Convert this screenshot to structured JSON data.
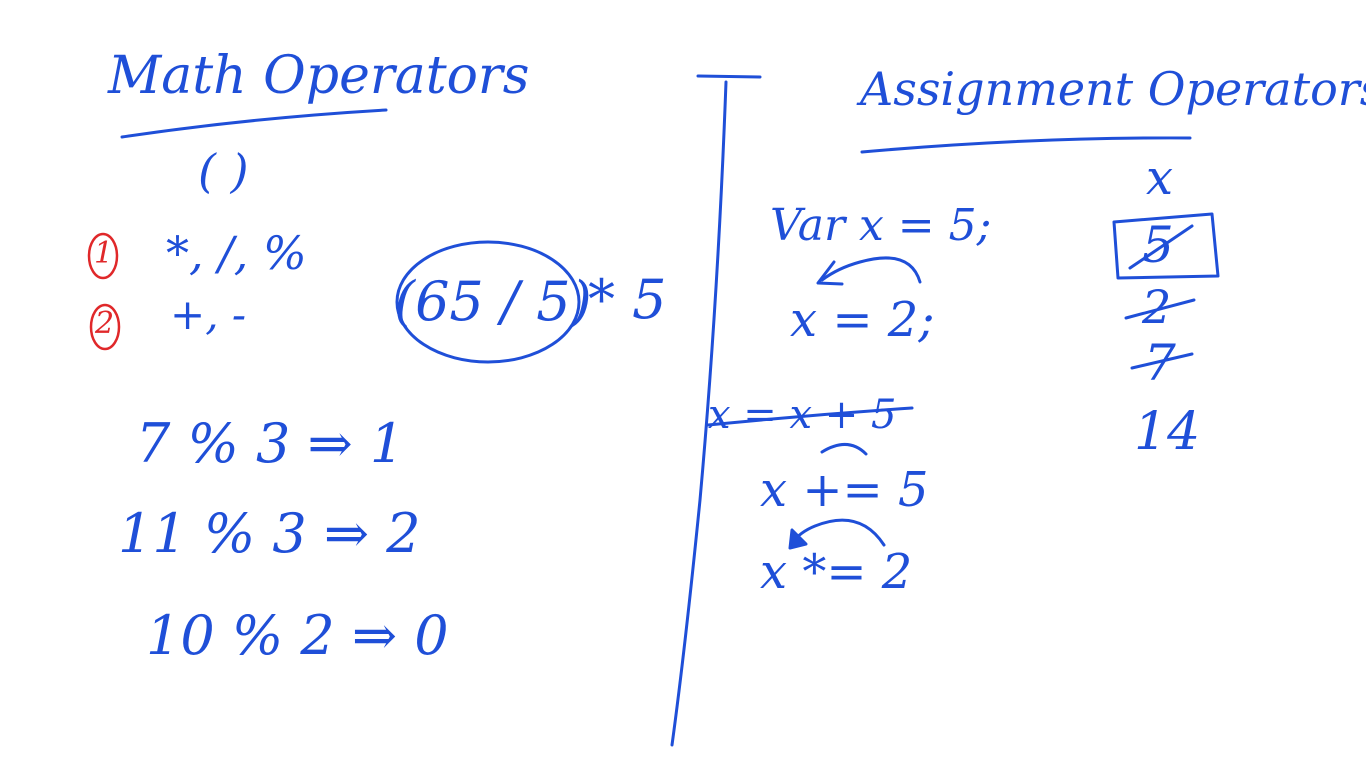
{
  "colors": {
    "ink_blue": "#1f4fd8",
    "ink_red": "#e0282a",
    "background": "#ffffff"
  },
  "left": {
    "title": "Math Operators",
    "parens": "( )",
    "priority": [
      {
        "number": "1",
        "text": "*, /, %"
      },
      {
        "number": "2",
        "text": "+, -"
      }
    ],
    "modulo_examples": [
      "7 % 3 ⇒ 1",
      "11 % 3 ⇒ 2",
      "10 % 2 ⇒ 0"
    ]
  },
  "middle": {
    "expression_circled": "(65 / 5)",
    "expression_rest": "* 5"
  },
  "right": {
    "title": "Assignment Operators",
    "lines": [
      "Var x = 5;",
      "x = 2;",
      "x = x + 5",
      "x += 5",
      "x *= 2"
    ],
    "variable": {
      "name": "x",
      "values": [
        {
          "value": "5",
          "crossed": true
        },
        {
          "value": "2",
          "crossed": true
        },
        {
          "value": "7",
          "crossed": true
        },
        {
          "value": "14",
          "crossed": false
        }
      ]
    }
  }
}
